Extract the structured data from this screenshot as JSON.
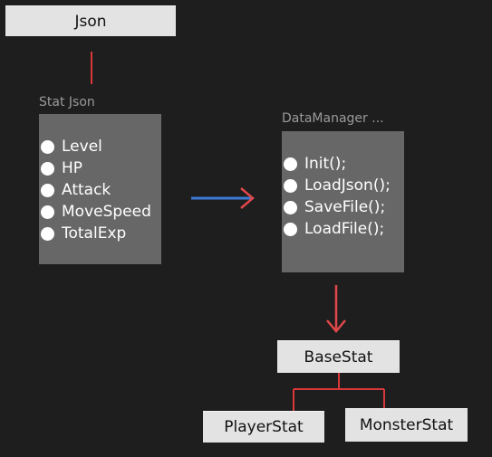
{
  "colors": {
    "background": "#1e1e1e",
    "box": "#e3e3e3",
    "panel": "#676767",
    "connector_red": "#d9383a",
    "arrow_blue": "#3a7bd5",
    "arrow_red": "#e0474a"
  },
  "nodes": {
    "json": "Json",
    "base_stat": "BaseStat",
    "player_stat": "PlayerStat",
    "monster_stat": "MonsterStat"
  },
  "stat_json": {
    "label": "Stat Json",
    "items": [
      "Level",
      "HP",
      "Attack",
      "MoveSpeed",
      "TotalExp"
    ]
  },
  "data_manager": {
    "label": "DataManager ...",
    "items": [
      "Init();",
      "LoadJson();",
      "SaveFile();",
      "LoadFile();"
    ]
  }
}
